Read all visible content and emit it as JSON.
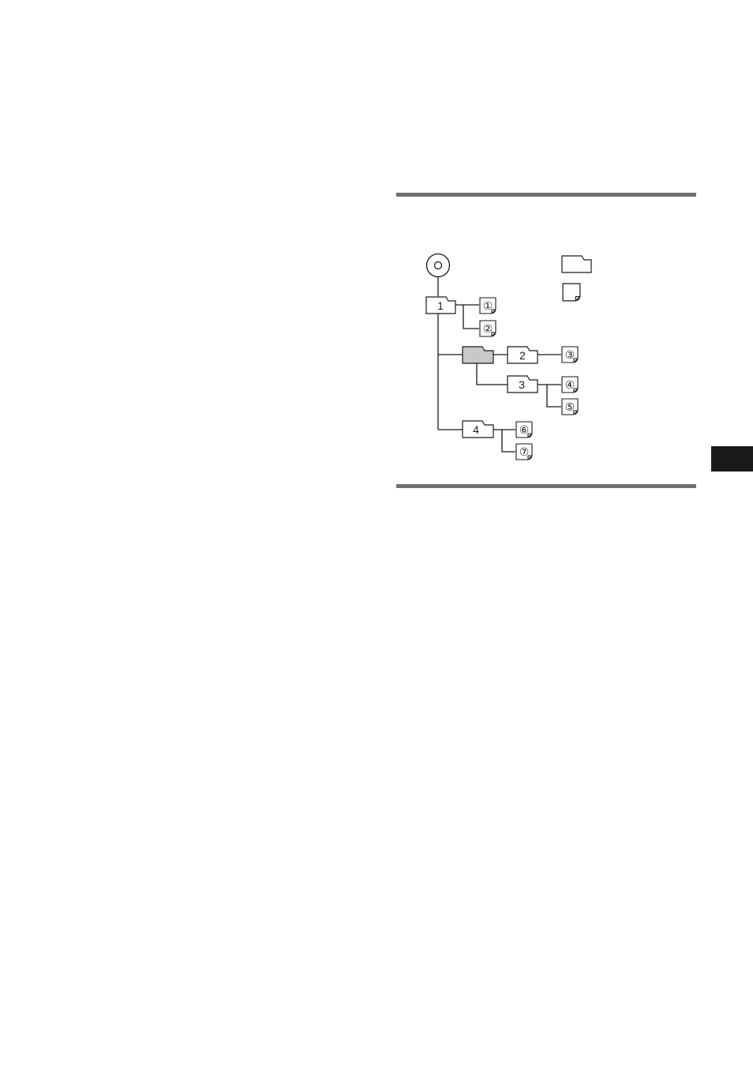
{
  "colors": {
    "rule": "#707070",
    "line": "#1a1a1a",
    "current_folder_fill": "#c8c8c8",
    "side_tab": "#1a1a1a"
  },
  "icons": {
    "disc": "disc-icon",
    "folder": "folder-icon",
    "file": "file-icon",
    "legend_folder": "folder-icon",
    "legend_file": "file-icon"
  },
  "tree": {
    "folders": [
      {
        "label": "1",
        "current": false
      },
      {
        "label": "",
        "current": true
      },
      {
        "label": "2",
        "current": false
      },
      {
        "label": "3",
        "current": false
      },
      {
        "label": "4",
        "current": false
      }
    ],
    "files": [
      "①",
      "②",
      "③",
      "④",
      "⑤",
      "⑥",
      "⑦"
    ]
  }
}
